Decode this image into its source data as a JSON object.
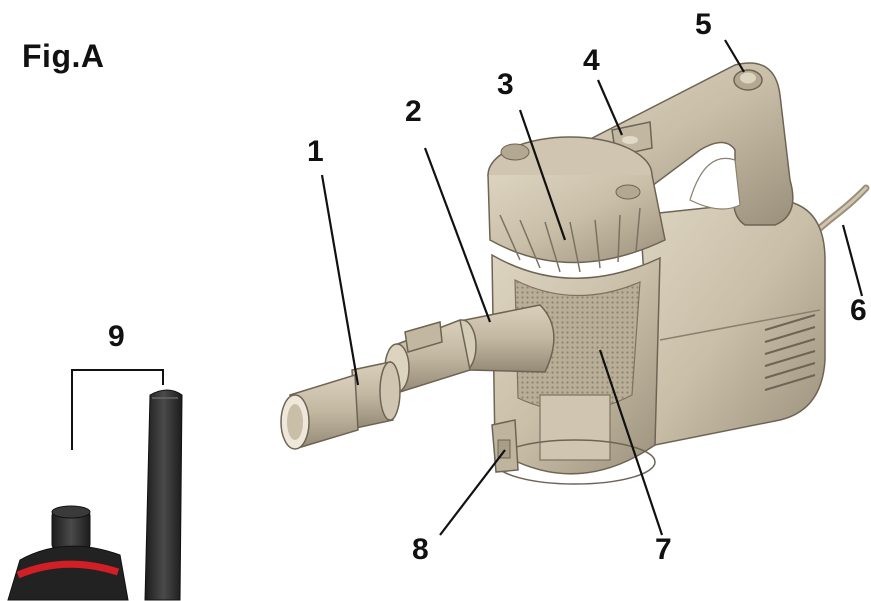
{
  "figure": {
    "title": "Fig.A"
  },
  "callouts": [
    {
      "id": "1",
      "label": "1"
    },
    {
      "id": "2",
      "label": "2"
    },
    {
      "id": "3",
      "label": "3"
    },
    {
      "id": "4",
      "label": "4"
    },
    {
      "id": "5",
      "label": "5"
    },
    {
      "id": "6",
      "label": "6"
    },
    {
      "id": "7",
      "label": "7"
    },
    {
      "id": "8",
      "label": "8"
    },
    {
      "id": "9",
      "label": "9"
    }
  ],
  "colors": {
    "body": "#c9bfa9",
    "body_shade": "#a89d86",
    "body_dark": "#8a8070",
    "mesh": "#b3a892",
    "accessory": "#2b2b2b",
    "accent_red": "#d21f26"
  }
}
